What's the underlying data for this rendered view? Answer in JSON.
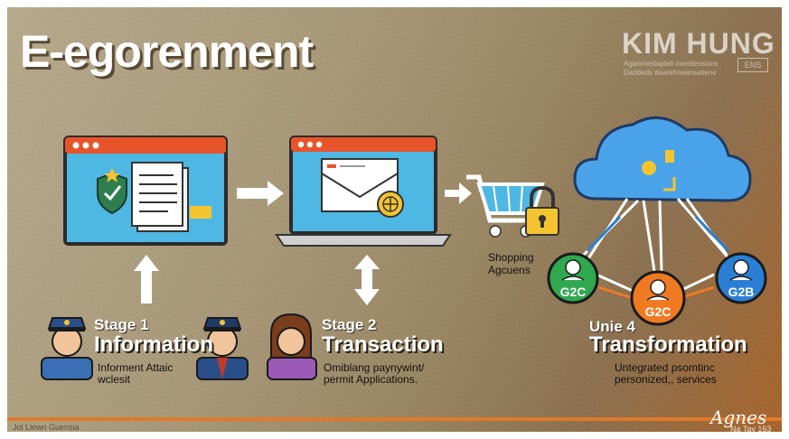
{
  "title": "E-egorenment",
  "brand": {
    "name": "KIM HUNG",
    "tagline": "Aganmestapteli overdessions Darldeds dearefmeansatiens",
    "logo": "ENS"
  },
  "stages": [
    {
      "number": "Stage 1",
      "name": "Information",
      "description_line1": "Informent Attaic",
      "description_line2": "wclesit"
    },
    {
      "number": "Stage 2",
      "name": "Transaction",
      "description_line1": "Omiblang paynywint/",
      "description_line2": "permit Applications."
    },
    {
      "number": "Unie 4",
      "name": "Transformation",
      "description_line1": "Untegrated psomtinc",
      "description_line2": "personized,, services"
    }
  ],
  "shopping_label_line1": "Shopping",
  "shopping_label_line2": "Agcuens",
  "badges": {
    "left": "G2C",
    "center": "G2C",
    "right": "G2B"
  },
  "footer": {
    "left": "Jol Llewn Guensia",
    "signature": "Agnes",
    "signature_sub": "Na Tay 163"
  },
  "colors": {
    "accent": "#e07a2a",
    "browser_bar": "#e8542a",
    "screen": "#4fb7e3",
    "cloud": "#4aa3e8",
    "badge_green": "#2fa84f",
    "badge_orange": "#f07a22",
    "badge_blue": "#2a7fd4"
  }
}
